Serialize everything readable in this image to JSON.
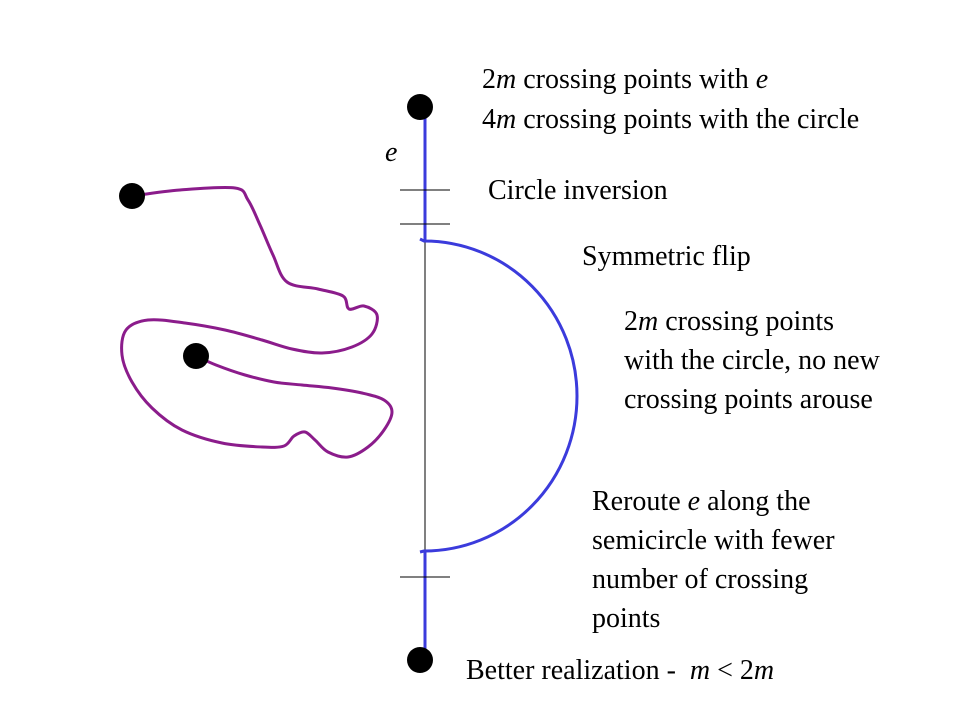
{
  "slide": {
    "edge_label": "e",
    "top_note": [
      [
        "2",
        "m",
        " crossing points with ",
        "e"
      ],
      [
        "4",
        "m",
        " crossing points with the circle"
      ]
    ],
    "circle_inversion": "Circle inversion",
    "symmetric_flip": "Symmetric flip",
    "circle_note": {
      "line1": [
        "2",
        "m",
        " crossing points"
      ],
      "line2": "with the circle, no new",
      "line3": "crossing points arouse"
    },
    "reroute_note": {
      "line1": [
        "Reroute ",
        "e",
        " along the"
      ],
      "line2": "semicircle with fewer",
      "line3": "number of crossing",
      "line4": "points"
    },
    "conclusion": [
      "Better realization -  ",
      "m",
      " < 2",
      "m"
    ]
  },
  "colors": {
    "edge": "#3b3bdc",
    "curve": "#8b1c8b",
    "vertex": "#000000",
    "guide": "#000000",
    "text": "#000000"
  }
}
